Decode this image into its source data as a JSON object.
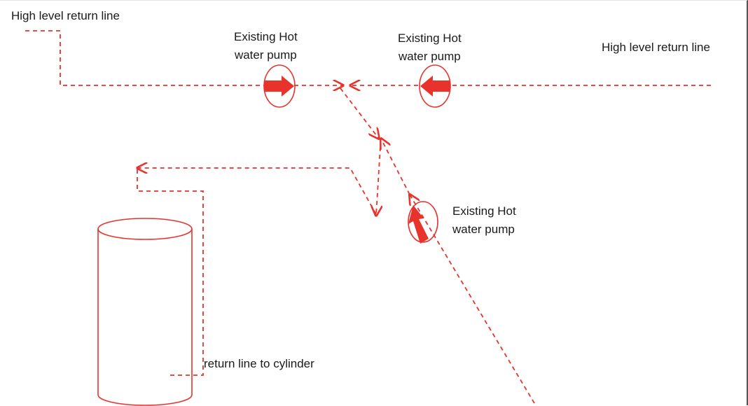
{
  "colors": {
    "pipe": "#e8322c",
    "text": "#1a1a1a"
  },
  "labels": {
    "high_level_left": "High level return line",
    "high_level_right": "High level return line",
    "pump_top_left": [
      "Existing Hot",
      "water pump"
    ],
    "pump_top_right": [
      "Existing Hot",
      "water pump"
    ],
    "pump_lower": [
      "Existing Hot",
      "water pump"
    ],
    "cylinder_return": "return line to cylinder"
  },
  "icons": {
    "pump_top_left": "pump-arrow-right-icon",
    "pump_top_right": "pump-arrow-left-icon",
    "pump_lower": "pump-arrow-up-left-icon",
    "cylinder": "cylinder-icon"
  }
}
